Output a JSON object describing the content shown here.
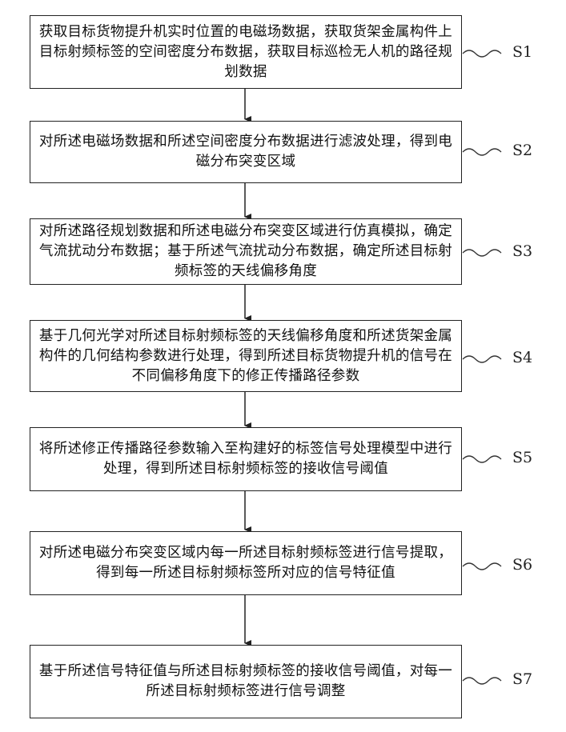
{
  "steps": [
    {
      "label": "S1",
      "text": "获取目标货物提升机实时位置的电磁场数据，获取货架金属构件上目标射频标签的空间密度分布数据，获取目标巡检无人机的路径规划数据"
    },
    {
      "label": "S2",
      "text": "对所述电磁场数据和所述空间密度分布数据进行滤波处理，得到电磁分布突变区域"
    },
    {
      "label": "S3",
      "text": "对所述路径规划数据和所述电磁分布突变区域进行仿真模拟，确定气流扰动分布数据；基于所述气流扰动分布数据，确定所述目标射频标签的天线偏移角度"
    },
    {
      "label": "S4",
      "text": "基于几何光学对所述目标射频标签的天线偏移角度和所述货架金属构件的几何结构参数进行处理，得到所述目标货物提升机的信号在不同偏移角度下的修正传播路径参数"
    },
    {
      "label": "S5",
      "text": "将所述修正传播路径参数输入至构建好的标签信号处理模型中进行处理，得到所述目标射频标签的接收信号阈值"
    },
    {
      "label": "S6",
      "text": "对所述电磁分布突变区域内每一所述目标射频标签进行信号提取，得到每一所述目标射频标签所对应的信号特征值"
    },
    {
      "label": "S7",
      "text": "基于所述信号特征值与所述目标射频标签的接收信号阈值，对每一所述目标射频标签进行信号调整"
    }
  ]
}
